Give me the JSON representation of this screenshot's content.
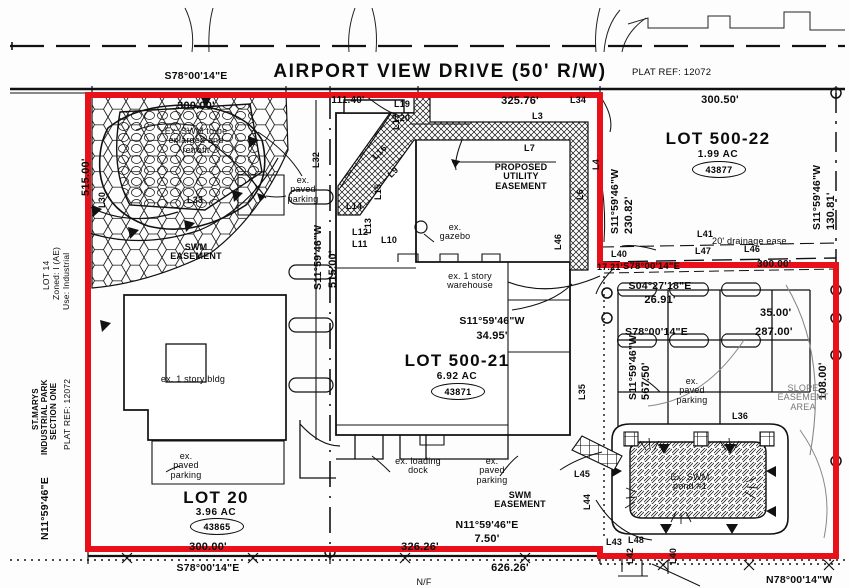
{
  "drawing": {
    "type": "plat-survey",
    "street": {
      "name": "AIRPORT VIEW DRIVE (50' R/W)",
      "plat_ref": "PLAT REF: 12072"
    },
    "boundary_color": "#e8111a",
    "ink_color": "#0b0b0b"
  },
  "lots": [
    {
      "name": "LOT 500-22",
      "acreage": "1.99 AC",
      "tax_id": "43877"
    },
    {
      "name": "LOT 500-21",
      "acreage": "6.92 AC",
      "tax_id": "43871"
    },
    {
      "name": "LOT 20",
      "acreage": "3.96 AC",
      "tax_id": "43865"
    }
  ],
  "adjoiner": {
    "lot": "LOT 14",
    "zoned": "Zoned: I (AE)",
    "use": "Use: Industrial",
    "subdivision_l1": "ST.MARYS",
    "subdivision_l2": "INDUSTRIAL PARK",
    "subdivision_l3": "SECTION ONE",
    "plat_ref": "PLAT REF: 12072",
    "nf": "N/F"
  },
  "bearings": {
    "top_left": "S78°00'14\"E",
    "bottom_left": "S78°00'14\"E",
    "bottom_right": "N78°00'14\"W",
    "left_side": "N11°59'46\"E",
    "mid_vertical": "S11°59'46\"W",
    "east_230": "S11°59'46\"W",
    "east_130": "S11°59'46\"W",
    "warehouse_tie": "S11°59'46\"W",
    "park_tie": "S11°59'46\"W",
    "angle_tie": "S04°27'18\"E",
    "drain_tie": "S78°00'14\"E",
    "park_row": "S78°00'14\"E",
    "swm_tie": "N11°59'46\"E"
  },
  "distances": {
    "top_left_300": "300.00'",
    "top_111": "111.40'",
    "top_325": "325.76'",
    "top_right_300": "300.50'",
    "left_515": "515.00'",
    "mid_515": "515.00'",
    "east_230": "230.82'",
    "east_130": "130.81'",
    "warehouse_tie": "34.95'",
    "drain_300": "300.00'",
    "tie_17": "17.21'",
    "tie_26": "26.91'",
    "tie_35": "35.00'",
    "tie_287": "287.00'",
    "tie_108": "108.00'",
    "park_567": "567.50'",
    "swm_750": "7.50'",
    "bot_300": "300.00'",
    "bot_326": "326.26'",
    "bot_626": "626.26'"
  },
  "annotations": {
    "swm_retrofit": "Ex. SWM to be\nenlarged and\nretrofit",
    "swm_easement_nw": "SWM\nEASEMENT",
    "swm_easement_s": "SWM\nEASEMENT",
    "proposed_utility": "PROPOSED\nUTILITY\nEASEMENT",
    "ex_gazebo": "ex.\ngazebo",
    "ex_warehouse": "ex. 1 story\nwarehouse",
    "ex_bldg": "ex. 1 story bldg",
    "ex_paved_nw": "ex.\npaved\nparking",
    "ex_paved_sw": "ex.\npaved\nparking",
    "ex_paved_s": "ex.\npaved\nparking",
    "ex_paved_e": "ex.\npaved\nparking",
    "ex_loading_dock": "ex. loading\ndock",
    "slope_easement": "SLOPE\nEASEMENT\nAREA",
    "drainage_easement": "20' drainage ease",
    "swm_pond": "Ex. SWM\npond #1"
  },
  "line_ids": {
    "l3": "L3",
    "l4": "L4",
    "l6": "L6",
    "l7": "L7",
    "l9": "L9",
    "l10": "L10",
    "l11": "L11",
    "l12": "L12",
    "l13": "L13",
    "l14": "L14",
    "l15": "L15",
    "l16": "L16",
    "l17": "L17",
    "l19": "L19",
    "l20": "L20",
    "l30": "L30",
    "l32": "L32",
    "l33": "L33",
    "l34": "L34",
    "l35": "L35",
    "l36": "L36",
    "l40a": "L40",
    "l40b": "L40",
    "l41": "L41",
    "l42": "L42",
    "l43": "L43",
    "l44": "L44",
    "l45": "L45",
    "l46a": "L46",
    "l46b": "L46",
    "l47": "L47",
    "l48": "L48"
  }
}
